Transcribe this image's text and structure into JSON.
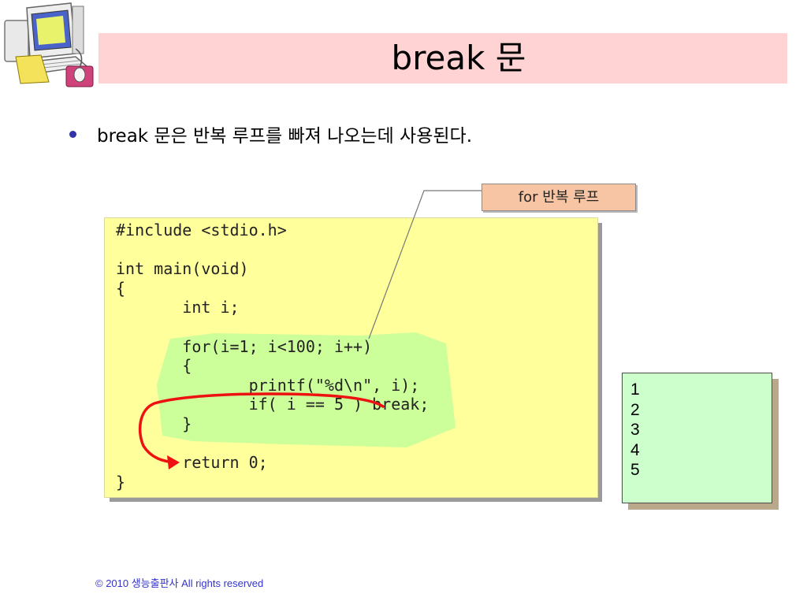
{
  "slide": {
    "title": "break 문",
    "bullet": "break 문은 반복 루프를 빠져 나오는데 사용된다.",
    "callout": "for 반복 루프",
    "footer": "© 2010 생능출판사  All rights reserved"
  },
  "code": [
    "#include <stdio.h>",
    "",
    "int main(void)",
    "{",
    "       int i;",
    "",
    "       for(i=1; i<100; i++)",
    "       {",
    "              printf(\"%d\\n\", i);",
    "              if( i == 5 ) break;",
    "       }",
    "",
    "       return 0;",
    "}"
  ],
  "output": [
    "1",
    "2",
    "3",
    "4",
    "5"
  ],
  "colors": {
    "title_band": "#ffd3d3",
    "code_background": "#ffff9c",
    "loop_highlight": "#ccff99",
    "arrow": "#ee1111",
    "output_background": "#ccffcc",
    "callout_background": "#f7c5a4",
    "footer_text": "#3333cc"
  },
  "icons": [
    "computer-icon",
    "mouse-icon"
  ]
}
